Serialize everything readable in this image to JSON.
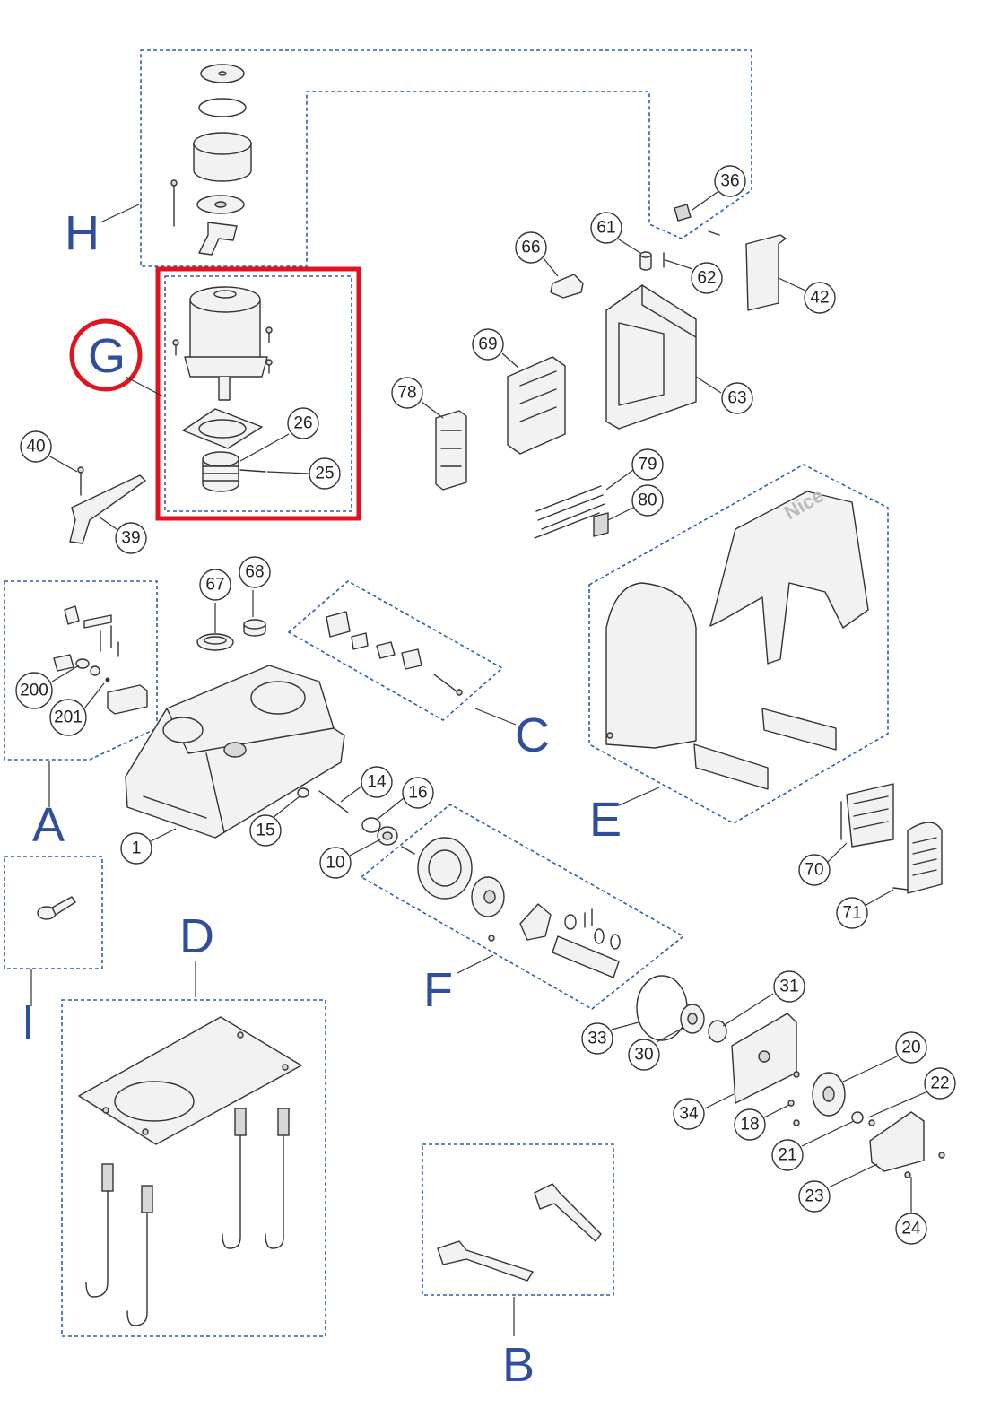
{
  "colors": {
    "group_outline": "#2f5fa8",
    "group_letter": "#2f4e9c",
    "highlight": "#e0141e",
    "line": "#333333"
  },
  "groups": [
    {
      "id": "H",
      "label": "H"
    },
    {
      "id": "G",
      "label": "G",
      "highlighted": true
    },
    {
      "id": "A",
      "label": "A"
    },
    {
      "id": "C",
      "label": "C"
    },
    {
      "id": "E",
      "label": "E"
    },
    {
      "id": "I",
      "label": "I"
    },
    {
      "id": "D",
      "label": "D"
    },
    {
      "id": "F",
      "label": "F"
    },
    {
      "id": "B",
      "label": "B"
    }
  ],
  "callouts": [
    "36",
    "61",
    "62",
    "66",
    "42",
    "69",
    "63",
    "78",
    "79",
    "80",
    "26",
    "25",
    "40",
    "39",
    "68",
    "67",
    "200",
    "201",
    "14",
    "16",
    "15",
    "10",
    "1",
    "70",
    "71",
    "31",
    "33",
    "30",
    "20",
    "22",
    "34",
    "18",
    "21",
    "23",
    "24"
  ],
  "brand_mark": "Nice"
}
